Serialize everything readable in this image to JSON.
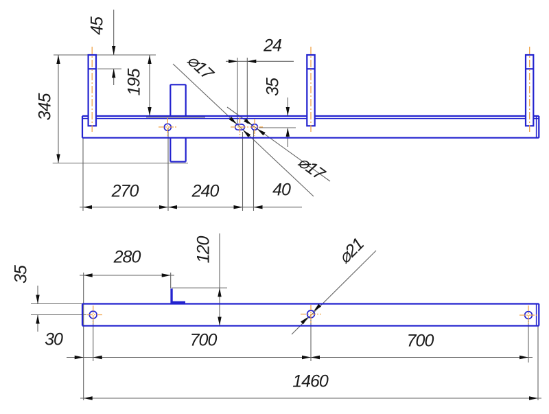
{
  "colors": {
    "part": "#2323cf",
    "dimension": "#636363",
    "arrow": "#0d0d0d",
    "text": "#1b1b1b",
    "centerline": "#f0a348",
    "background": "#ffffff"
  },
  "top_view": {
    "overall_height": "345",
    "post_height": "195",
    "post_tip_length": "45",
    "hole_pair_spacing": "24",
    "hole_offset_from_edge": "35",
    "slot_diameter": "⌀17",
    "hole_diameter": "⌀17",
    "span_left": "270",
    "span_mid": "240",
    "span_right": "40"
  },
  "bottom_view": {
    "tab_offset": "280",
    "tab_height": "120",
    "hole_diameter": "⌀21",
    "hole_offset_from_edge": "35",
    "end_offset": "30",
    "hole_span_first": "700",
    "hole_span_second": "700",
    "overall_length": "1460"
  }
}
